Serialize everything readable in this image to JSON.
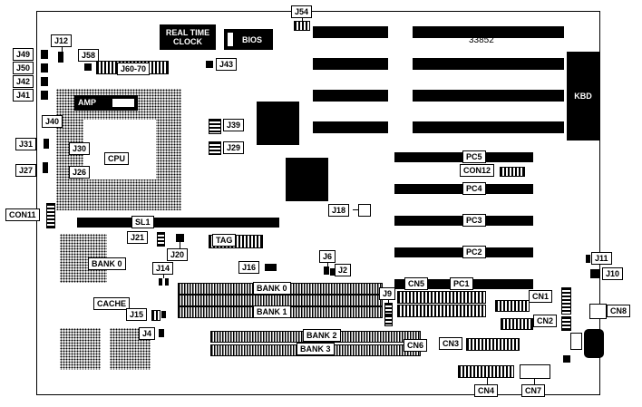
{
  "diagram": {
    "part_number": "33852",
    "rtc": "REAL TIME CLOCK",
    "bios": "BIOS",
    "kbd": "KBD",
    "amp": "AMP",
    "cpu": "CPU",
    "sl1": "SL1",
    "tag": "TAG",
    "cache": "CACHE",
    "bank0_chip": "BANK 0"
  },
  "pci_slots": [
    {
      "label": "PC5"
    },
    {
      "label": "PC4"
    },
    {
      "label": "PC3"
    },
    {
      "label": "PC2"
    },
    {
      "label": "PC1"
    }
  ],
  "memory": {
    "bank0": "BANK 0",
    "bank1": "BANK 1",
    "bank2": "BANK 2",
    "bank3": "BANK 3"
  },
  "jumpers": {
    "J54": "J54",
    "J12": "J12",
    "J58": "J58",
    "J49": "J49",
    "J50": "J50",
    "J42": "J42",
    "J41": "J41",
    "J60_70": "J60-70",
    "J43": "J43",
    "J40": "J40",
    "J39": "J39",
    "J31": "J31",
    "J30": "J30",
    "J29": "J29",
    "J27": "J27",
    "J26": "J26",
    "J21": "J21",
    "J20": "J20",
    "J18": "J18",
    "J16": "J16",
    "J15": "J15",
    "J14": "J14",
    "J9": "J9",
    "J6": "J6",
    "J4": "J4",
    "J2": "J2",
    "J11": "J11",
    "J10": "J10"
  },
  "connectors": {
    "CON11": "CON11",
    "CON12": "CON12",
    "CN1": "CN1",
    "CN2": "CN2",
    "CN3": "CN3",
    "CN4": "CN4",
    "CN5": "CN5",
    "CN6": "CN6",
    "CN7": "CN7",
    "CN8": "CN8"
  }
}
